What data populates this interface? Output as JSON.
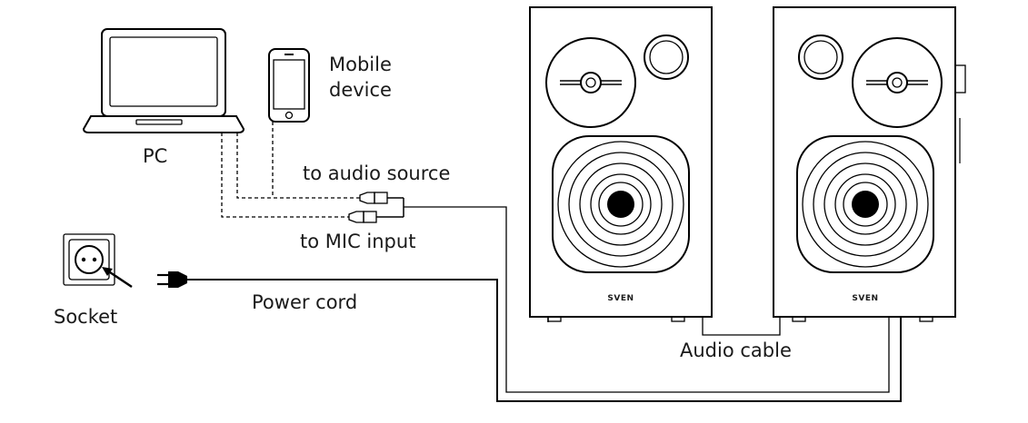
{
  "labels": {
    "mobile_line1": "Mobile",
    "mobile_line2": "device",
    "pc": "PC",
    "audio_source": "to audio source",
    "mic_input": "to MIC input",
    "power_cord": "Power cord",
    "socket": "Socket",
    "audio_cable": "Audio cable"
  },
  "brand": {
    "left_speaker": "SVEN",
    "right_speaker": "SVEN"
  },
  "icons": [
    "laptop-icon",
    "mobile-device-icon",
    "socket-icon",
    "power-plug-icon",
    "speaker-left",
    "speaker-right",
    "mini-jack-plug-icon"
  ]
}
